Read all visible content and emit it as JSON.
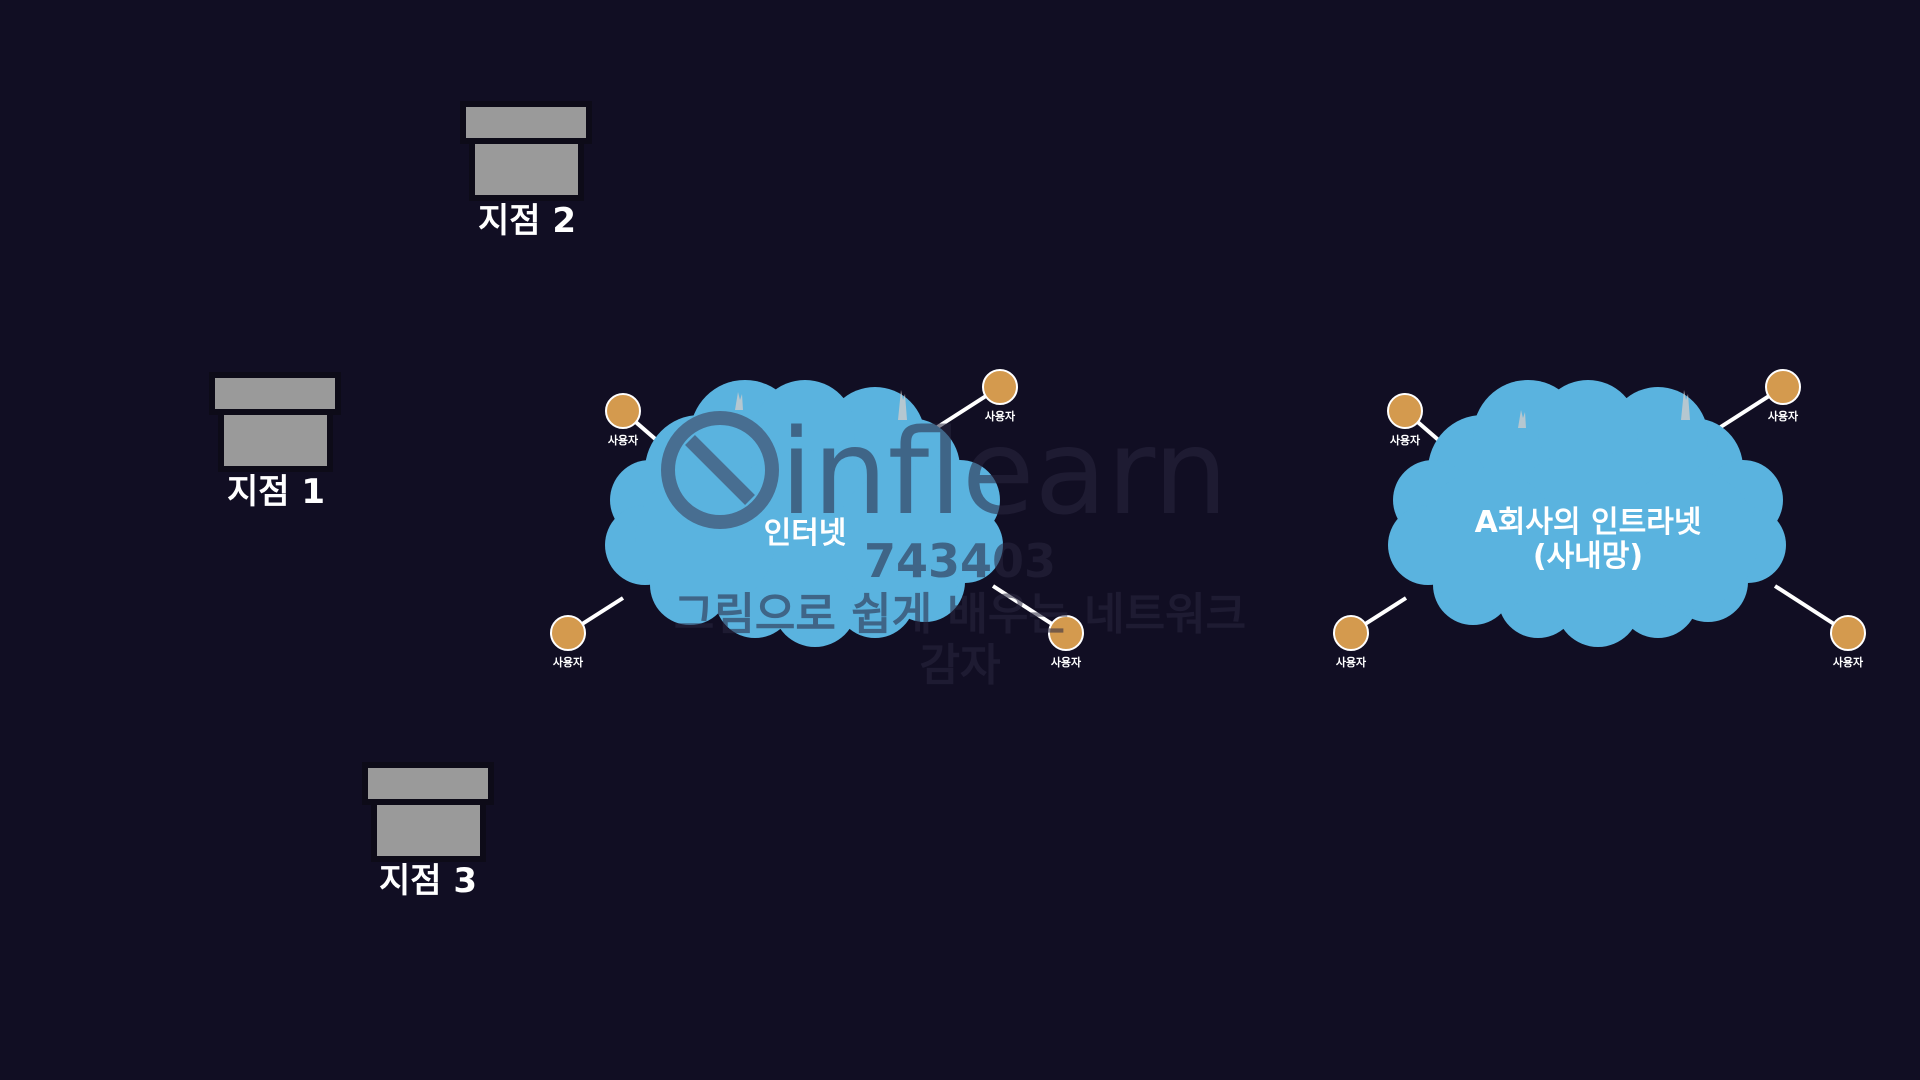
{
  "colors": {
    "background": "#110e23",
    "building_fill": "#9a9a9a",
    "building_stroke": "#0d0b18",
    "cloud_fill": "#5ab3df",
    "user_node_fill": "#d49a4e",
    "link_line": "#ffffff",
    "watermark": "#2a2740"
  },
  "branches": {
    "branch1": {
      "label": "지점 1"
    },
    "branch2": {
      "label": "지점 2"
    },
    "branch3": {
      "label": "지점 3"
    }
  },
  "internet": {
    "label": "인터넷",
    "users": [
      "사용자",
      "사용자",
      "사용자",
      "사용자"
    ]
  },
  "intranet": {
    "label_line1": "A회사의 인트라넷",
    "label_line2": "(사내망)",
    "users": [
      "사용자",
      "사용자",
      "사용자",
      "사용자"
    ]
  },
  "watermark": {
    "brand": "inflearn",
    "id": "743403",
    "course": "그림으로 쉽게 배우는 네트워크",
    "role": "감자"
  },
  "icons": {
    "building": "building-icon",
    "user": "user-node-icon",
    "cloud": "cloud-icon"
  }
}
